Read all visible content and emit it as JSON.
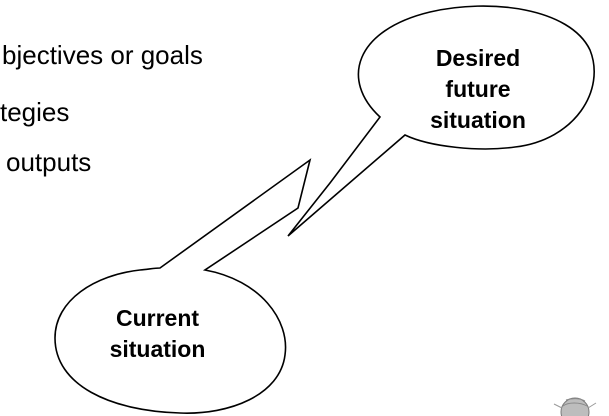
{
  "bullets": [
    "bjectives or goals",
    "tegies",
    "outputs"
  ],
  "bubbles": {
    "desired": [
      "Desired",
      "future",
      "situation"
    ],
    "current": [
      "Current",
      "situation"
    ]
  },
  "colors": {
    "background": "#ffffff",
    "text": "#000000",
    "outline": "#000000",
    "logo": "#9a9a9a"
  },
  "icons": {
    "corner_logo": "globe-logo-icon"
  }
}
